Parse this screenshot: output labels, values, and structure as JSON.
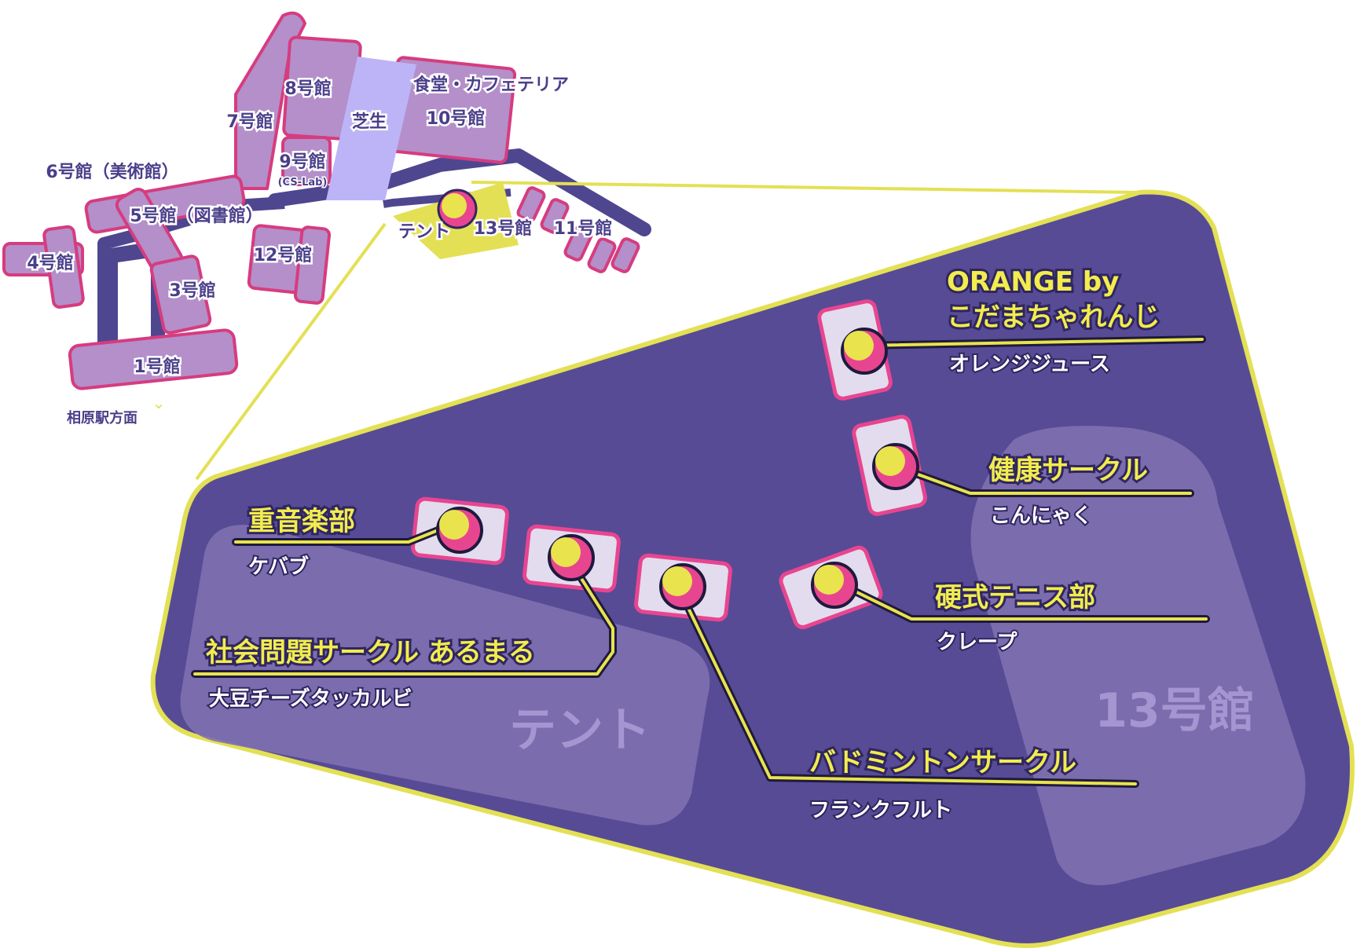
{
  "campus": {
    "buildings": {
      "b8": "8号館",
      "b7": "7号館",
      "lawn": "芝生",
      "cafeteria": "食堂・カフェテリア",
      "b10": "10号館",
      "b9": "9号館",
      "b9_sub": "(CS-Lab)",
      "b6": "6号館（美術館）",
      "b5": "5号館（図書館）",
      "tent": "テント",
      "b13": "13号館",
      "b11": "11号館",
      "b4": "4号館",
      "b12": "12号館",
      "b3": "3号館",
      "b1": "1号館"
    },
    "direction": "相原駅方面"
  },
  "zoom": {
    "area_tent": "テント",
    "area_b13": "13号館",
    "booths": [
      {
        "circle": "重音楽部",
        "food": "ケバブ"
      },
      {
        "circle": "社会問題サークル あるまる",
        "food": "大豆チーズタッカルビ"
      },
      {
        "circle": "バドミントンサークル",
        "food": "フランクフルト"
      },
      {
        "circle": "ORANGE by",
        "circle_line2": "こだまちゃれんじ",
        "food": "オレンジジュース"
      },
      {
        "circle": "健康サークル",
        "food": "こんにゃく"
      },
      {
        "circle": "硬式テニス部",
        "food": "クレープ"
      }
    ]
  },
  "colors": {
    "panel": "#574b95",
    "panel_border": "#e3e055",
    "building": "#b48fca",
    "building_border": "#d63c7f",
    "road": "#4f4690",
    "lawn": "#bcb4f6",
    "marker_yellow": "#e9e34e",
    "marker_pink": "#e84590"
  }
}
